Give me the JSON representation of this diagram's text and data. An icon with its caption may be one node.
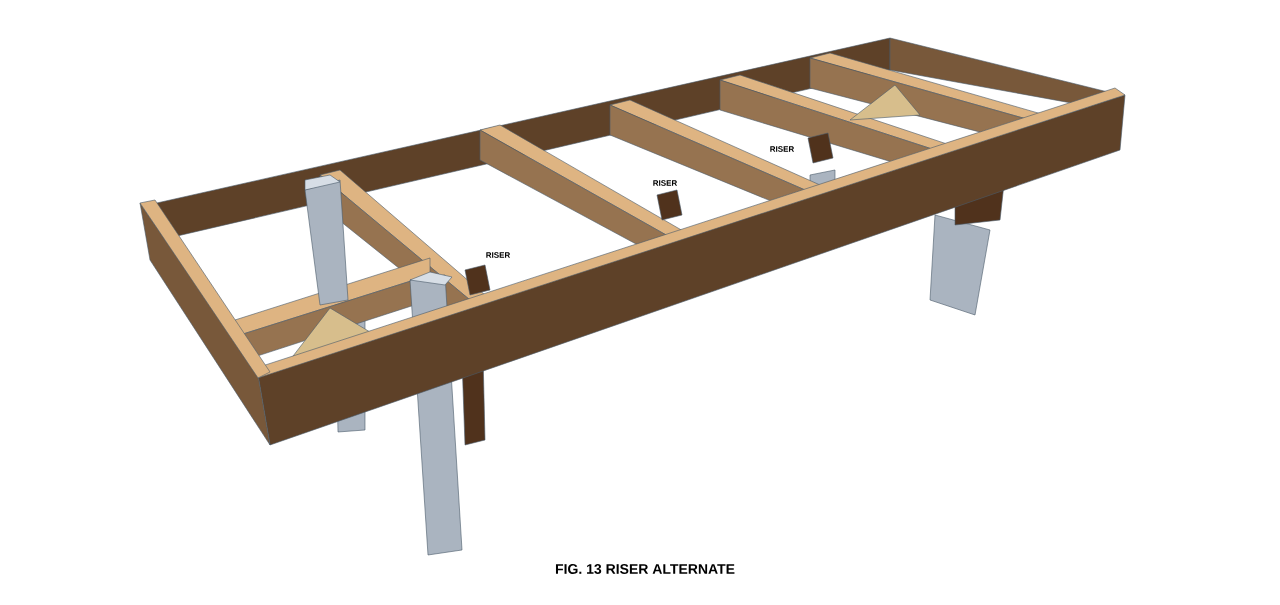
{
  "diagram": {
    "caption": "FIG. 13 RISER ALTERNATE",
    "labels": [
      "RISER",
      "RISER",
      "RISER"
    ]
  }
}
